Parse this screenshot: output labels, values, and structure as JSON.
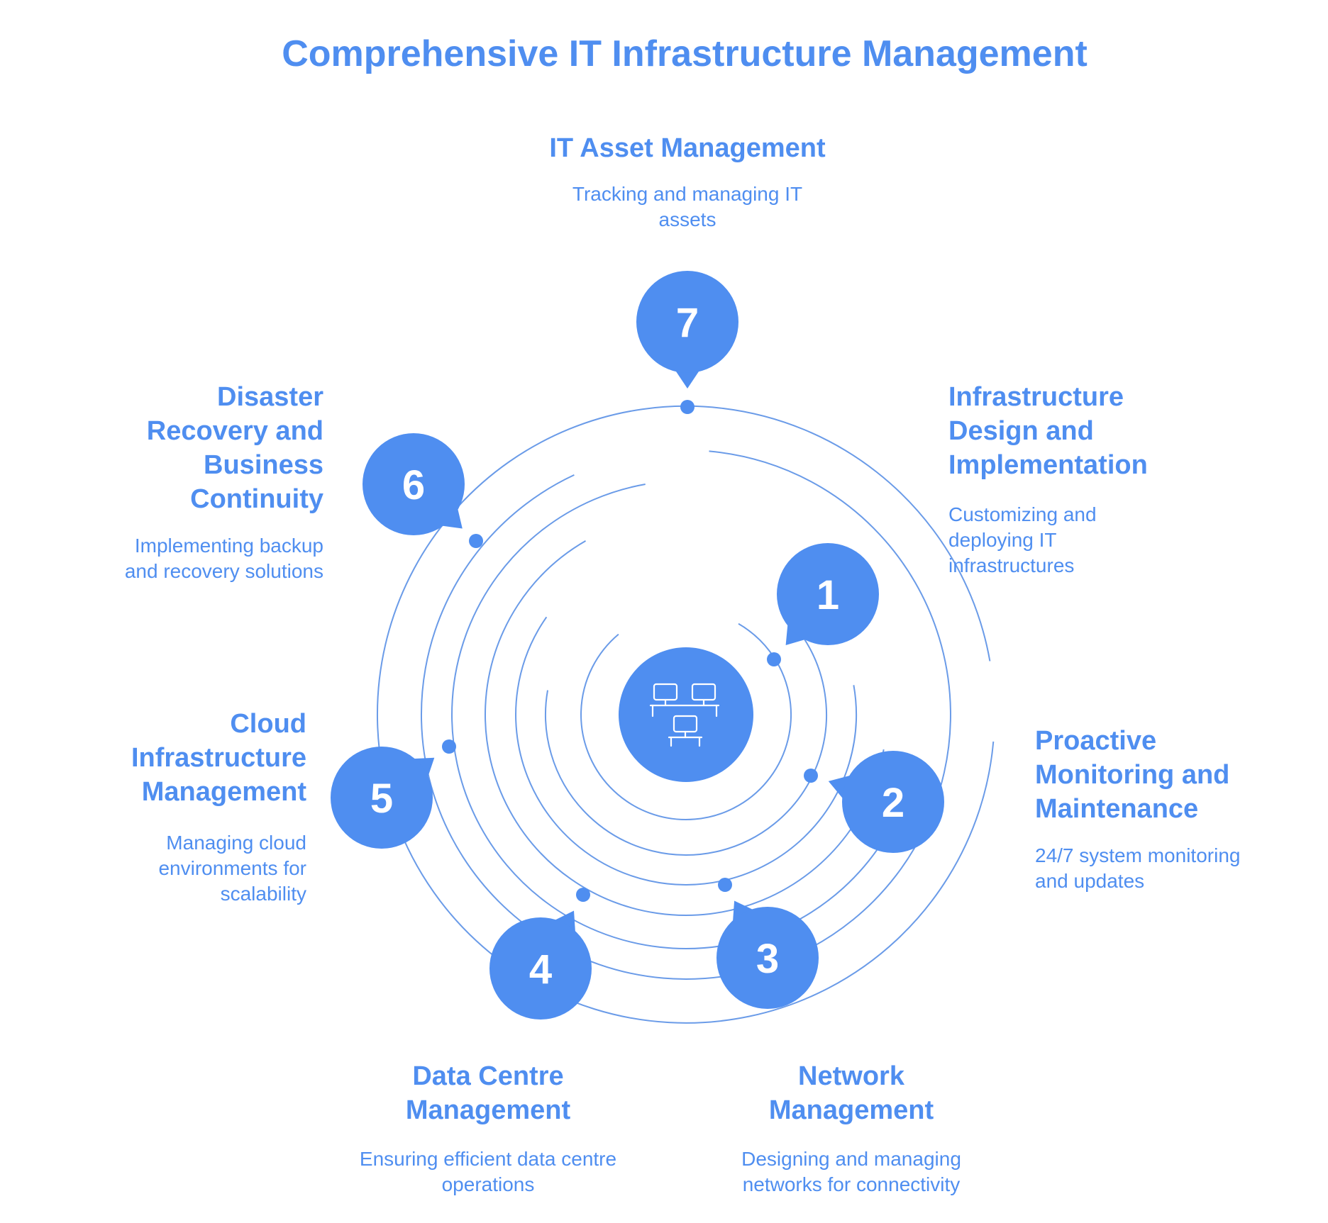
{
  "title": "Comprehensive IT Infrastructure Management",
  "colors": {
    "accent": "#4f8ef0",
    "ring": "#6a9be8",
    "background": "#ffffff"
  },
  "center_icon": "network-computers-icon",
  "stages": [
    {
      "number": "1",
      "title_lines": [
        "Infrastructure",
        "Design and",
        "Implementation"
      ],
      "desc_lines": [
        "Customizing and",
        "deploying IT",
        "infrastructures"
      ]
    },
    {
      "number": "2",
      "title_lines": [
        "Proactive",
        "Monitoring and",
        "Maintenance"
      ],
      "desc_lines": [
        "24/7 system monitoring",
        "and updates"
      ]
    },
    {
      "number": "3",
      "title_lines": [
        "Network",
        "Management"
      ],
      "desc_lines": [
        "Designing and managing",
        "networks for connectivity"
      ]
    },
    {
      "number": "4",
      "title_lines": [
        "Data Centre",
        "Management"
      ],
      "desc_lines": [
        "Ensuring efficient data centre",
        "operations"
      ]
    },
    {
      "number": "5",
      "title_lines": [
        "Cloud",
        "Infrastructure",
        "Management"
      ],
      "desc_lines": [
        "Managing cloud",
        "environments for",
        "scalability"
      ]
    },
    {
      "number": "6",
      "title_lines": [
        "Disaster",
        "Recovery and",
        "Business",
        "Continuity"
      ],
      "desc_lines": [
        "Implementing backup",
        "and recovery solutions"
      ]
    },
    {
      "number": "7",
      "title_lines": [
        "IT Asset Management"
      ],
      "desc_lines": [
        "Tracking and managing IT",
        "assets"
      ]
    }
  ]
}
